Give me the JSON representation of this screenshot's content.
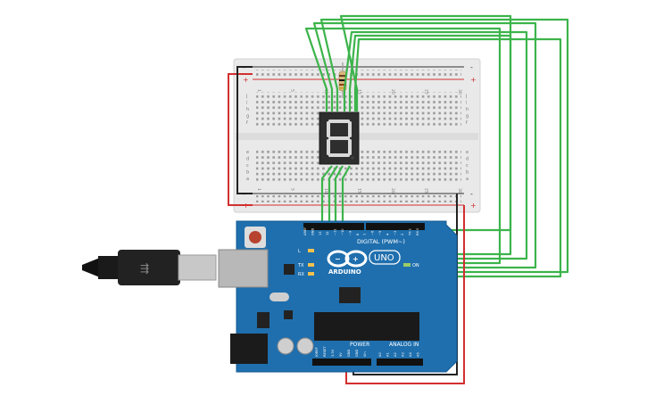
{
  "breadboard": {
    "rail_minus": "-",
    "rail_plus": "+",
    "row_letters_top": [
      "j",
      "i",
      "h",
      "g",
      "f"
    ],
    "row_letters_bottom": [
      "e",
      "d",
      "c",
      "b",
      "a"
    ],
    "column_numbers": [
      "1",
      "5",
      "10",
      "15",
      "20",
      "25",
      "30"
    ]
  },
  "display": {
    "digit": "8",
    "segment_color": "#3a3a3a",
    "body_color": "#2e2e2e"
  },
  "arduino": {
    "brand": "ARDUINO",
    "model": "UNO",
    "digital_label": "DIGITAL (PWM~)",
    "power_label": "POWER",
    "analog_label": "ANALOG IN",
    "led_labels": [
      "L",
      "TX",
      "RX"
    ],
    "on_label": "ON",
    "header_pins_top": [
      "AREF",
      "GND",
      "13",
      "12",
      "~11",
      "~10",
      "~9",
      "8",
      "7",
      "~6",
      "~5",
      "4",
      "~3",
      "2",
      "TX 1",
      "RX 0"
    ],
    "header_pins_power": [
      "IOREF",
      "RESET",
      "3.3V",
      "5V",
      "GND",
      "GND",
      "Vin"
    ],
    "header_pins_analog": [
      "A0",
      "A1",
      "A2",
      "A3",
      "A4",
      "A5"
    ],
    "board_color": "#1f6fae"
  },
  "wires": {
    "signal_color": "#3cb44b",
    "power_color": "#d32f2f",
    "ground_color": "#222222"
  }
}
